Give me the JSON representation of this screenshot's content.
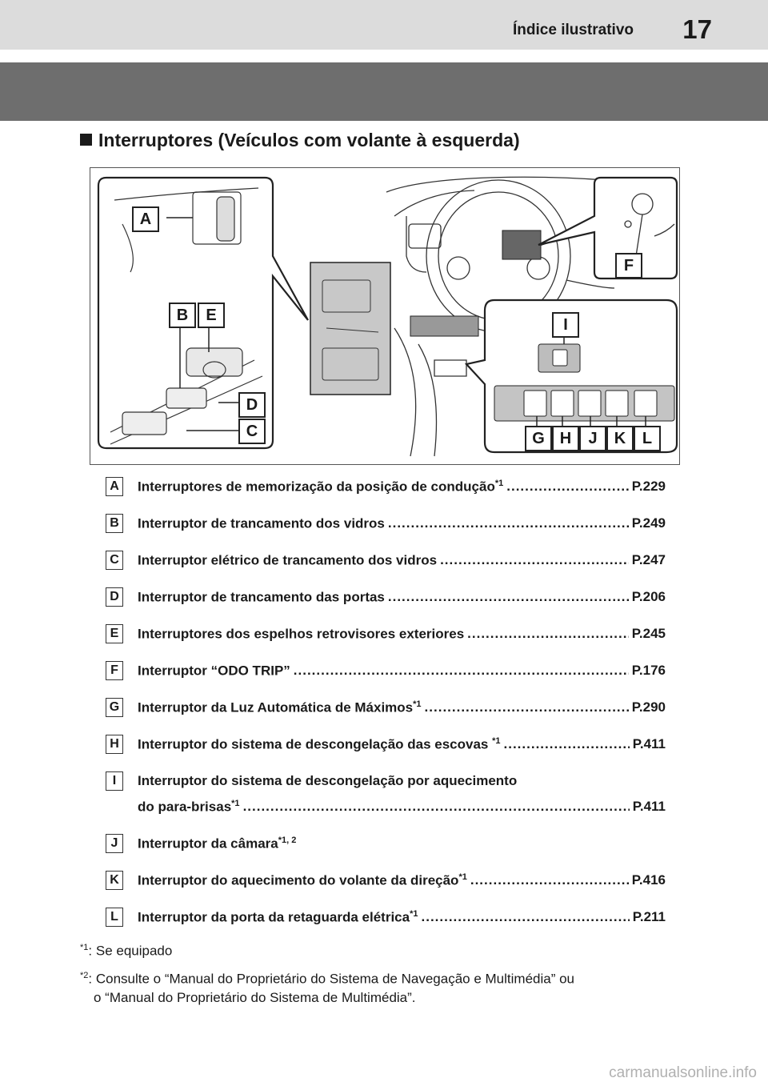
{
  "header": {
    "title": "Índice ilustrativo",
    "page_number": "17"
  },
  "section": {
    "heading": "Interruptores (Veículos com volante à esquerda)"
  },
  "figure": {
    "labels_left": [
      "A",
      "B",
      "E",
      "D",
      "C"
    ],
    "label_f": "F",
    "label_i": "I",
    "labels_bottom": [
      "G",
      "H",
      "J",
      "K",
      "L"
    ]
  },
  "items": [
    {
      "key": "A",
      "text": "Interruptores de memorização da posição de condução",
      "sup": "*1",
      "page": "P.229"
    },
    {
      "key": "B",
      "text": "Interruptor de trancamento dos vidros",
      "sup": "",
      "page": "P.249"
    },
    {
      "key": "C",
      "text": "Interruptor elétrico de trancamento dos vidros",
      "sup": "",
      "page": "P.247"
    },
    {
      "key": "D",
      "text": "Interruptor de trancamento das portas",
      "sup": "",
      "page": "P.206"
    },
    {
      "key": "E",
      "text": "Interruptores dos espelhos retrovisores exteriores",
      "sup": "",
      "page": "P.245"
    },
    {
      "key": "F",
      "text": "Interruptor “ODO TRIP”",
      "sup": "",
      "page": "P.176"
    },
    {
      "key": "G",
      "text": "Interruptor da Luz Automática de Máximos",
      "sup": "*1",
      "page": "P.290"
    },
    {
      "key": "H",
      "text": "Interruptor do sistema de descongelação das escovas ",
      "sup": "*1",
      "page": "P.411"
    },
    {
      "key": "I",
      "text": "Interruptor do sistema de descongelação por aquecimento",
      "text2": "do para-brisas",
      "sup": "*1",
      "page": "P.411"
    },
    {
      "key": "J",
      "text": "Interruptor da câmara",
      "sup": "*1, 2",
      "page": ""
    },
    {
      "key": "K",
      "text": "Interruptor do aquecimento do volante da direção",
      "sup": "*1",
      "page": "P.416"
    },
    {
      "key": "L",
      "text": "Interruptor da porta da retaguarda elétrica",
      "sup": "*1",
      "page": "P.211"
    }
  ],
  "notes": [
    {
      "mark": "*1",
      "text": ": Se equipado"
    },
    {
      "mark": "*2",
      "text": ": Consulte o “Manual do Proprietário do Sistema de Navegação e Multimédia” ou",
      "text2": "o “Manual do Proprietário do Sistema de Multimédia”."
    }
  ],
  "watermark": "carmanualsonline.info",
  "icons": {
    "bullet": "square-bullet-icon"
  }
}
